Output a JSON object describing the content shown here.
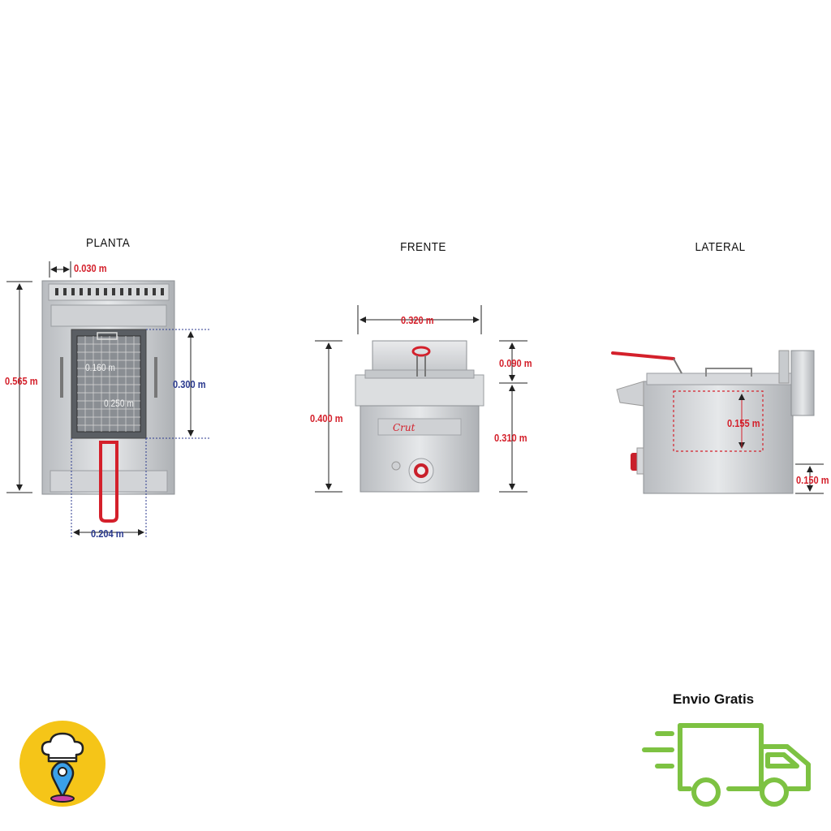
{
  "views": {
    "planta": {
      "title": "PLANTA",
      "dims": {
        "lip": "0.030 m",
        "depth": "0.565 m",
        "basket_a": "0.160 m",
        "basket_b": "0.250 m",
        "well_depth": "0.300 m",
        "well_width": "0.204 m"
      }
    },
    "frente": {
      "title": "FRENTE",
      "dims": {
        "width": "0.320 m",
        "height": "0.400 m",
        "top": "0.090 m",
        "body": "0.310 m"
      }
    },
    "lateral": {
      "title": "LATERAL",
      "dims": {
        "oil_depth": "0.155 m",
        "feet": "0.150 m"
      }
    }
  },
  "shipping": {
    "label": "Envio Gratis"
  },
  "colors": {
    "dimension_red": "#d4202b",
    "dimension_blue": "#2b3a8f",
    "truck_green": "#7dc242",
    "logo_yellow": "#f5c518"
  },
  "icons": {
    "logo": "chef-hat-pin-icon",
    "shipping": "delivery-truck-icon"
  }
}
